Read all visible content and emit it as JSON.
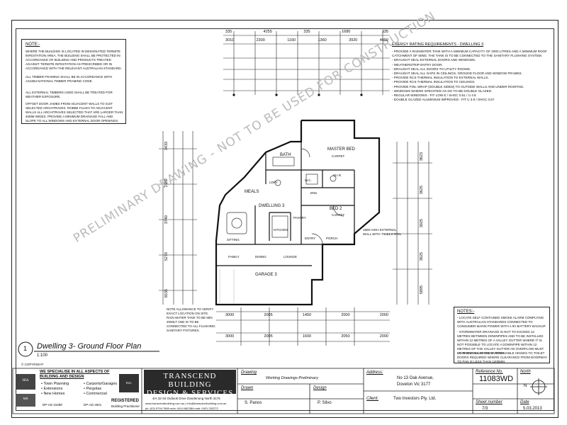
{
  "notes_left": {
    "title": "NOTE:-",
    "p1": "WHERE THE BUILDING IS LOCATED IN DESIGNATED TERMITE INFESTATION AREA, THE BUILDING SHALL BE PROTECTED IN ACCORDANCE OF BUILDING AND PRODUCTS TREATED AGAINST TERMITE INFESTATION AS PRESCRIBED OR IN ACCORDANCE WITH THE RELEVANT AUSTRALIAN STANDARD.",
    "p2": "ALL TIMBER FRAMING SHALL BE IN ACCORDANCE WITH AS1684 NATIONAL TIMBER FRAMING CODE.",
    "p3": "ALL EXTERNAL TIMBERS USED SHALL BE TREATED FOR WEATHER EXPOSURE.",
    "p4": "OFFSET DOOR JAMBS FROM ADJACENT WALLS TO SUIT SELECTED ARCHITRAVES. ROBBE FLUSH TO ADJACENT WALLS ALL ARCHITRAVES SELECTED THAT ARE LARGER THAN 40MM WIDES. PROVIDE A MINIMUM DRAINAGE FALL AND SLOPE TO ALL WINDOWS AND EXTERNAL DOOR OPENINGS."
  },
  "energy": {
    "title": "ENERGY RATING REQUIREMENTS - DWELLING 3",
    "items": [
      "- PROVIDE A RAINWATER TANK WITH A MINIMUM CAPACITY OF 2000 LITRES AND A MINIMUM ROOF CATCHMENT OF 50M2. THE TANK IS TO BE CONNECTED TO THE SANITARY FLUSHING SYSTEM.",
      "- DRAUGHT SEAL EXTERNAL DOORS AND WINDOWS.",
      "- WEATHERSTRIP ENTRY DOOR.",
      "- DRAUGHT SEAL ALL DOORS TO UTILITY ROOMS.",
      "- DRAUGHT SEAL ALL GAPS IN CEILINGS, GROUND FLOOR AND WINDOW FRAMES.",
      "- PROVIDE R2.5 THERMAL INSULATION TO EXTERNAL WALLS.",
      "- PROVIDE R3.5 THERMAL INSULATION TO CEILINGS.",
      "- PROVIDE FOIL WRAP (DOUBLE SIDED) TO OUTSIDE WALLS AND UNDER ROOFING.",
      "- WINDOWS WHERE SPECIFIED AS DG TO BE DOUBLE GLAZED.",
      "- REGULAR WINDOWS - FIT LOW E / SHGC 0.61 / U 4.8",
      "- DOUBLE GLAZED ALUMINIUM IMPROVED - FIT U 3.9 / SHGC 0.57"
    ]
  },
  "notes_right": {
    "title": "NOTES:-",
    "p1": "- LOCATE SELF CONTAINED SMOKE ALARM COMPLYING WITH AUSTRALIAN STANDARDS CONNECTED TO CONSUMER MAINS POWER WITH A 9V BATTERY BACKUP.",
    "p2": "- STORMWATER DRAINAGE IS NOT TO EXCEED 12 METRES BETWEEN DOWNPIPES AND TO BE INSTALLED WITHIN 12 METRES OF A VALLEY GUTTER WHERE IT IS NOT POSSIBLE TO LOCATE A DOWNPIPE WITHIN 12 METRES OF THE VALLEY GUTTER AN OVERFLOW MUST BE PROVIDED IN THE GUTTER.",
    "p3": "- THE INSTALLATION OF REMOVABLE HINGES TO TOILET DOORS REQUIRED WHERE CLEARANCE FROM DOORWAY TO PAN IS LESS THAN 1200MM."
  },
  "rooms": {
    "master": "MASTER BED",
    "bath": "BATH",
    "wir": "W.I.R.",
    "ens": "ENS",
    "meals": "MEALS",
    "dwelling": "DWELLING 3",
    "bed2": "BED 2",
    "entry": "ENTRY",
    "porch": "PORCH",
    "garage": "GARAGE 3",
    "kitchen": "KITCHEN",
    "carpet": "CARPET",
    "pantry": "PANTRY",
    "wc": "W.C.",
    "ldry": "LDRY",
    "family": "FAMILY",
    "dining": "DINING",
    "lounge": "LOUNGE",
    "sitting": "SITTING"
  },
  "plan_notes": {
    "north_note": "NOTE ALLOWANCE TO VERIFY EXACT LOCATION ON SITE. RAIN WATER TANK TO BE MIN 2000LT AND IS TO BE CONNECTED TO ALL FLUSHING SANITARY FIXTURES.",
    "wall_note": "1800 HIGH EXTERNAL WALL WITH TIMBER RAIL",
    "watermark": "PRELIMINARY DRAWING - NOT TO BE USED FOR CONSTRUCTION"
  },
  "dims": {
    "top1": [
      "335",
      "4255",
      "335",
      "1680",
      "335"
    ],
    "top2": [
      "3010",
      "2300",
      "1160",
      "1360",
      "3920",
      "4450"
    ],
    "bot1": [
      "3000",
      "2005",
      "1450",
      "2000",
      "2000"
    ],
    "bot2": [
      "3000",
      "2005",
      "1600",
      "2050",
      "2000"
    ],
    "left": [
      "3433",
      "2102",
      "3740",
      "5270",
      "6535"
    ],
    "right": [
      "3623",
      "3625",
      "3025",
      "3625",
      "5895"
    ]
  },
  "plan_title": {
    "number": "1",
    "title": "Dwelling 3- Ground Floor Plan",
    "scale": "1:100",
    "copyright": "© COPYRIGHT"
  },
  "titleblock": {
    "specialise_title": "WE SPECIALISE IN ALL ASPECTS OF BUILDING AND DESIGN",
    "services_col1": [
      "Town Planning",
      "Extensions",
      "New Homes"
    ],
    "services_col2": [
      "Carports/Garages",
      "Pergolas",
      "Commercial"
    ],
    "reg1": "DP-AD 31098",
    "reg2": "DP-AD 2601",
    "registered": "REGISTERED",
    "registered_sub": "Building Practitioner",
    "company1": "TRANSCEND BUILDING",
    "company2": "DESIGN & SERVICES",
    "address": "4/A 32-34 Outlook Drive Dandenong North 3175",
    "web": "www.transcendbuilding.com.au | info@transcendbuilding.com.au",
    "phone": "ph: (03) 9794 7689   mob: 0414 682384   mob: 0421 252272",
    "drawing_label": "Drawing",
    "drawing_value": "Working Drawings-Preliminary",
    "drawn_label": "Drawn",
    "drawn_value": "S. Panos",
    "design_label": "Design",
    "design_value": "P. Silvo",
    "address_label": "Address:",
    "address_value1": "No 13 Oak Avenue,",
    "address_value2": "Doveton Vic 3177",
    "client_label": "Client:",
    "client_value": "Two Investors Pty. Ltd.",
    "ref_label": "Reference No.",
    "ref_value": "11083WD",
    "north_label": "North",
    "north_letter": "N",
    "sheet_label": "Sheet number",
    "sheet_value": "7/3",
    "date_label": "Date",
    "date_value": "5.03.2013"
  }
}
